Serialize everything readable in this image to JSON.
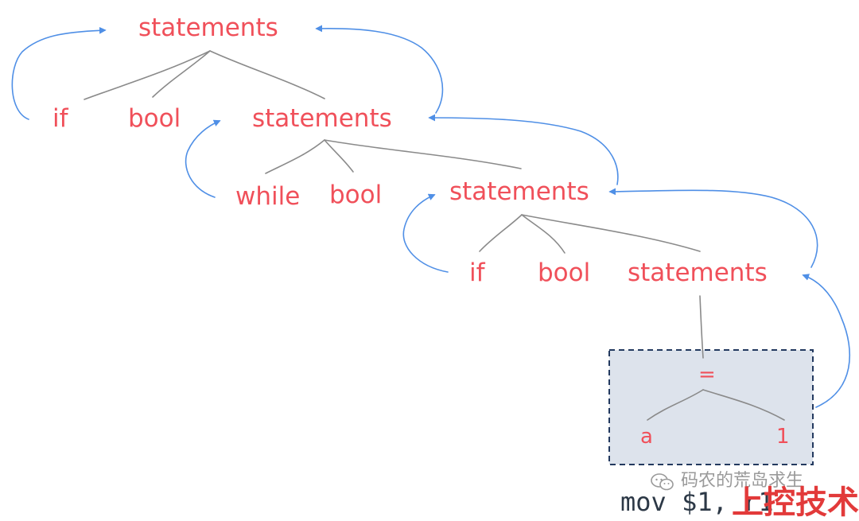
{
  "colors": {
    "node_text": "#f0505a",
    "tree_edge": "#8a8a8a",
    "arrow": "#4f8fe6",
    "highlight_fill": "#dde3ec",
    "highlight_border": "#23395f",
    "code_text": "#2c3846",
    "watermark_text": "#9a9a9a",
    "watermark_brand": "#e23a3a"
  },
  "tree": {
    "level1": {
      "root": "statements",
      "if": "if",
      "cond": "bool"
    },
    "level2": {
      "root": "statements",
      "loop": "while",
      "cond": "bool"
    },
    "level3": {
      "root": "statements",
      "if": "if",
      "cond": "bool"
    },
    "level4": {
      "root": "statements"
    },
    "assign": {
      "op": "=",
      "left": "a",
      "right": "1"
    }
  },
  "code": {
    "instruction": "mov $1, r1"
  },
  "watermark": {
    "icon": "wechat-icon",
    "caption": "码农的荒岛求生",
    "brand": "上控技术"
  }
}
